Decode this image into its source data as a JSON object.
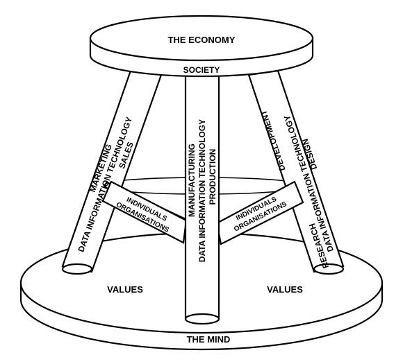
{
  "top_seat": {
    "title": "THE ECONOMY",
    "rim": "SOCIETY"
  },
  "base": {
    "title": "THE MIND",
    "left": "VALUES",
    "right": "VALUES"
  },
  "legs": {
    "left": {
      "line1": "MARKETING",
      "line2": "DATA INFORMATION TECHNOLOGY",
      "line3": "SALES"
    },
    "center": {
      "line1": "MANUFACTURING",
      "line2": "DATA INFORMATION TECHNOLOGY",
      "line3": "PRODUCTION"
    },
    "right": {
      "line1": "RESEARCH",
      "line2": "DATA INFORMATION TECHNOLOGY",
      "line3": "DESIGN",
      "extra": "DEVELOPMENT"
    }
  },
  "braces": {
    "left": {
      "line1": "INDIVIDUALS",
      "line2": "ORGANISATIONS"
    },
    "right": {
      "line1": "INDIVIDUALS",
      "line2": "ORGANISATIONS"
    }
  }
}
